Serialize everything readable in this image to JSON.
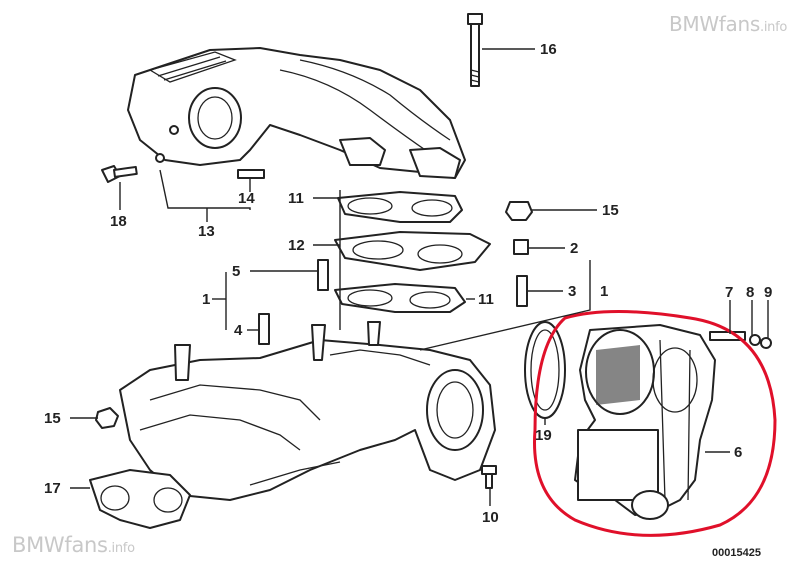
{
  "watermark": {
    "brand": "BMWfans",
    "suffix": ".info"
  },
  "part_number": "00015425",
  "callouts": {
    "c16": "16",
    "c18": "18",
    "c14": "14",
    "c13": "13",
    "c11a": "11",
    "c15a": "15",
    "c12": "12",
    "c2": "2",
    "c5": "5",
    "c1a": "1",
    "c3": "3",
    "c1b": "1",
    "c11b": "11",
    "c4": "4",
    "c7": "7",
    "c8": "8",
    "c9": "9",
    "c15b": "15",
    "c19": "19",
    "c6": "6",
    "c17": "17",
    "c10": "10"
  },
  "highlight_color": "#e0102a"
}
